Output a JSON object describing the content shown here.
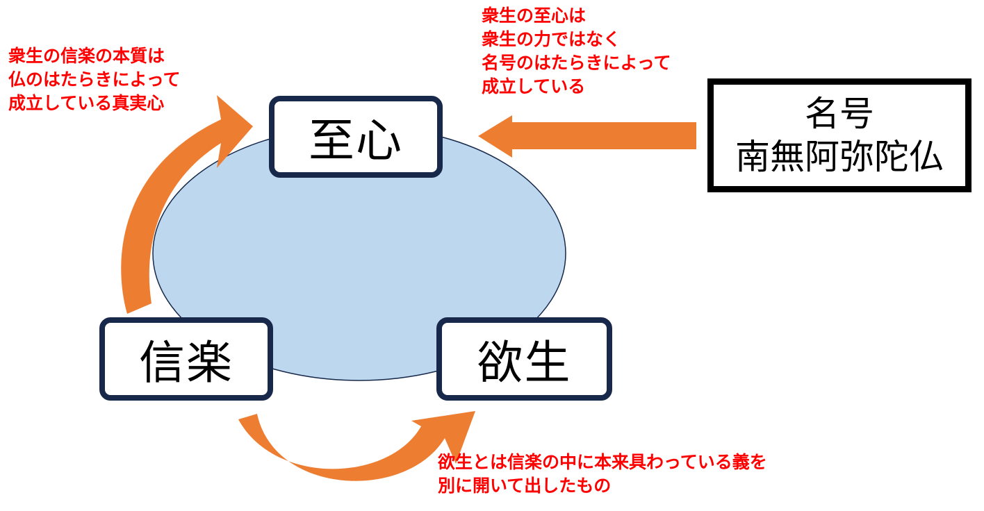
{
  "nodes": {
    "shishin": "至心",
    "shingyo": "信楽",
    "yokusho": "欲生"
  },
  "myogo": {
    "line1": "名号",
    "line2": "南無阿弥陀仏"
  },
  "notes": {
    "shingyo_essence": [
      "衆生の信楽の本質は",
      "仏のはたらきによって",
      "成立している真実心"
    ],
    "shishin_source": [
      "衆生の至心は",
      "衆生の力ではなく",
      "名号のはたらきによって",
      "成立している"
    ],
    "yokusho_meaning": [
      "欲生とは信楽の中に本来具わっている義を",
      "別に開いて出したもの"
    ]
  },
  "colors": {
    "ellipse_fill": "#bdd7ee",
    "box_border": "#17284a",
    "arrow": "#ed7d31",
    "note_text": "#ff0000"
  }
}
